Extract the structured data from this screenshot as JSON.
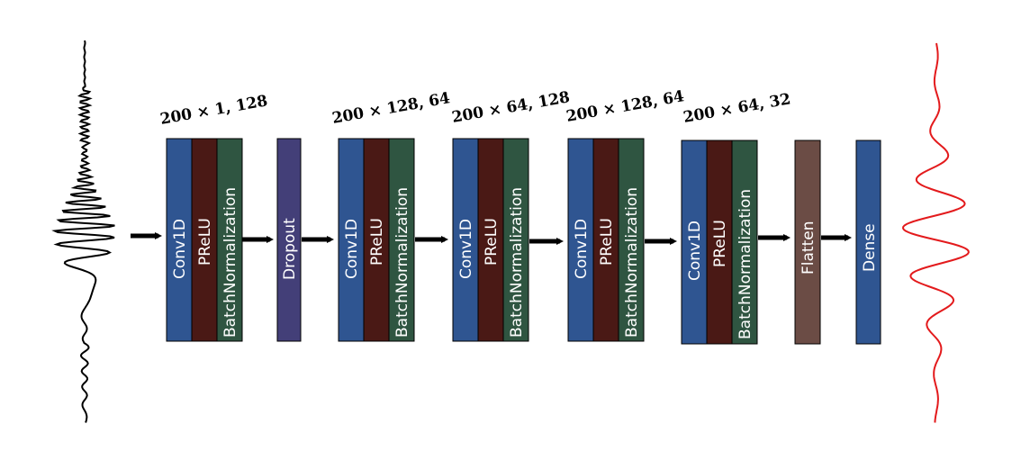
{
  "colors": {
    "conv": "#2f5591",
    "prelu": "#4a1915",
    "batchnorm": "#2f5541",
    "dropout": "#433f78",
    "flatten": "#6b4c45",
    "dense": "#2f5591",
    "input_wave": "#000000",
    "output_wave": "#e31a1c"
  },
  "blocks": {
    "b1": {
      "conv": "Conv1D",
      "act": "PReLU",
      "norm": "BatchNormalization",
      "dims": "200 × 1, 128"
    },
    "dropout": "Dropout",
    "b2": {
      "conv": "Conv1D",
      "act": "PReLU",
      "norm": "BatchNormalization",
      "dims": "200 × 128, 64"
    },
    "b3": {
      "conv": "Conv1D",
      "act": "PReLU",
      "norm": "BatchNormalization",
      "dims": "200 × 64, 128"
    },
    "b4": {
      "conv": "Conv1D",
      "act": "PReLU",
      "norm": "BatchNormalization",
      "dims": "200 × 128, 64"
    },
    "b5": {
      "conv": "Conv1D",
      "act": "PReLU",
      "norm": "BatchNormalization",
      "dims": "200 × 64, 32"
    },
    "flatten": "Flatten",
    "dense": "Dense"
  }
}
